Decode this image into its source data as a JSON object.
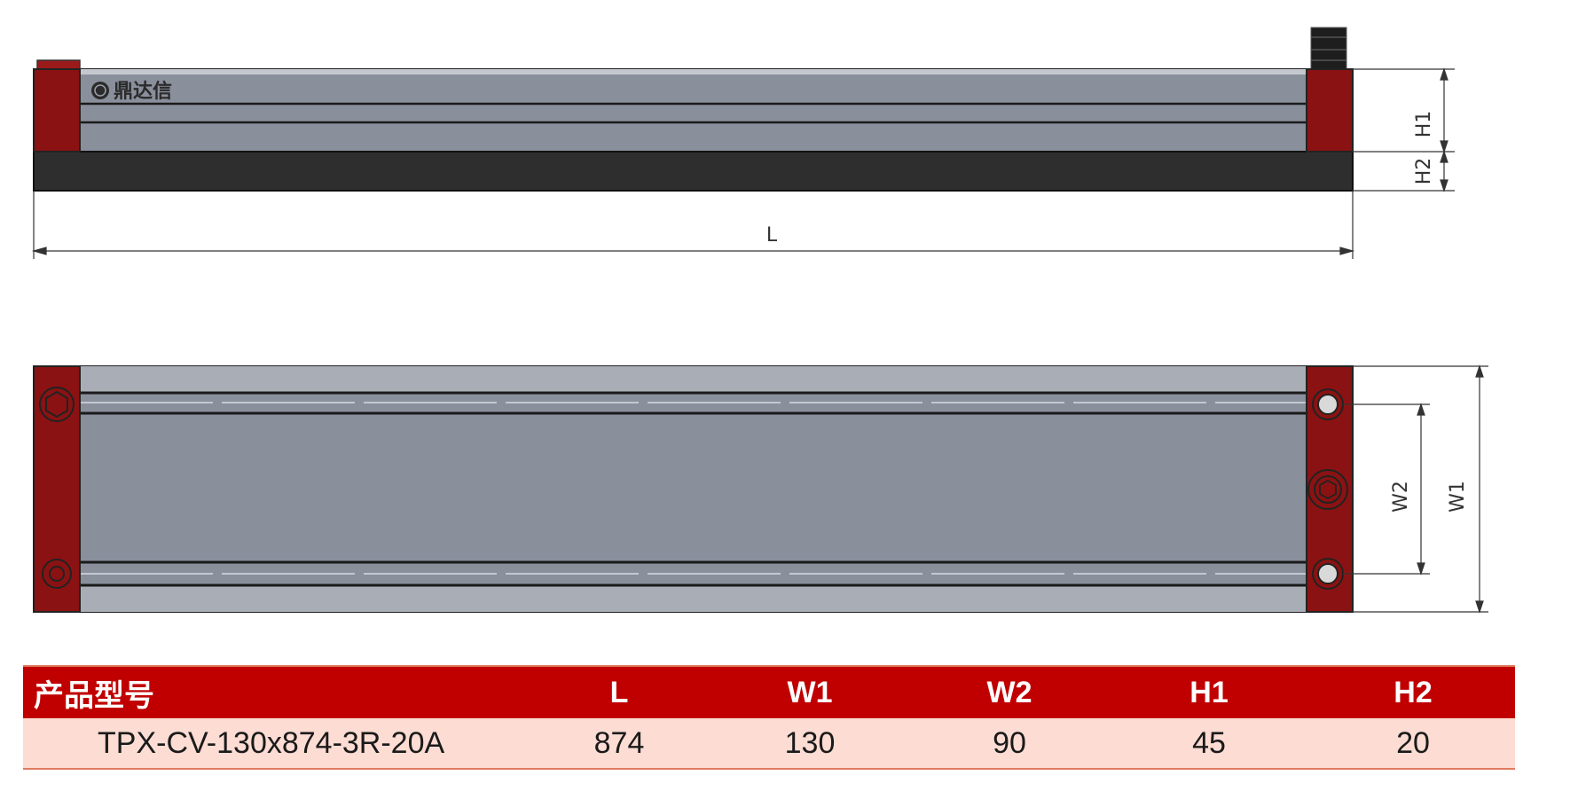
{
  "brand": {
    "logo_text": "鼎达信"
  },
  "dimensions": {
    "L": "L",
    "H1": "H1",
    "H2": "H2",
    "W1": "W1",
    "W2": "W2"
  },
  "spec_table": {
    "headers": [
      "产品型号",
      "L",
      "W1",
      "W2",
      "H1",
      "H2"
    ],
    "rows": [
      [
        "TPX-CV-130x874-3R-20A",
        "874",
        "130",
        "90",
        "45",
        "20"
      ]
    ]
  },
  "colors": {
    "end_cap": "#8b1212",
    "body": "#8a8f9c",
    "base": "#2e2e2e",
    "table_header": "#c00000",
    "table_row": "#fcdcd3"
  }
}
